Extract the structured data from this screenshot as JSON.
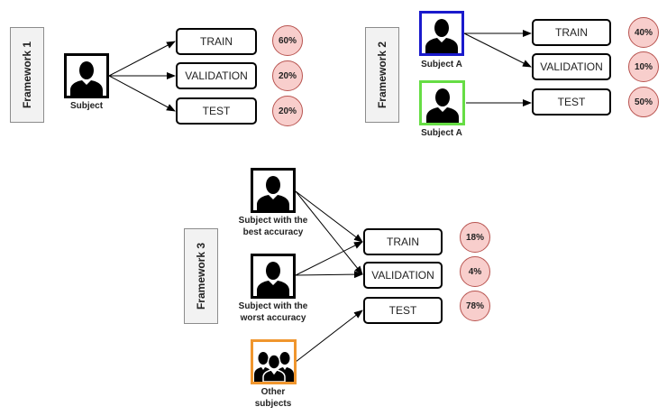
{
  "frameworks": [
    {
      "label": "Framework 1",
      "subjects": [
        {
          "caption": "Subject",
          "border": "#000000"
        }
      ],
      "splits": [
        {
          "name": "TRAIN",
          "percent": "60%"
        },
        {
          "name": "VALIDATION",
          "percent": "20%"
        },
        {
          "name": "TEST",
          "percent": "20%"
        }
      ]
    },
    {
      "label": "Framework 2",
      "subjects": [
        {
          "caption": "Subject A",
          "border": "#1a1acc"
        },
        {
          "caption": "Subject A",
          "border": "#66dd44"
        }
      ],
      "splits": [
        {
          "name": "TRAIN",
          "percent": "40%"
        },
        {
          "name": "VALIDATION",
          "percent": "10%"
        },
        {
          "name": "TEST",
          "percent": "50%"
        }
      ]
    },
    {
      "label": "Framework 3",
      "subjects": [
        {
          "caption_line1": "Subject with the",
          "caption_line2": "best accuracy",
          "border": "#000000"
        },
        {
          "caption_line1": "Subject with the",
          "caption_line2": "worst accuracy",
          "border": "#000000"
        },
        {
          "caption_line1": "Other",
          "caption_line2": "subjects",
          "border": "#f0962e"
        }
      ],
      "splits": [
        {
          "name": "TRAIN",
          "percent": "18%"
        },
        {
          "name": "VALIDATION",
          "percent": "4%"
        },
        {
          "name": "TEST",
          "percent": "78%"
        }
      ]
    }
  ],
  "colors": {
    "percent_fill": "#f8cecc",
    "percent_border": "#b85450"
  },
  "icons": {
    "single": "person-silhouette-icon",
    "group": "people-group-icon"
  }
}
